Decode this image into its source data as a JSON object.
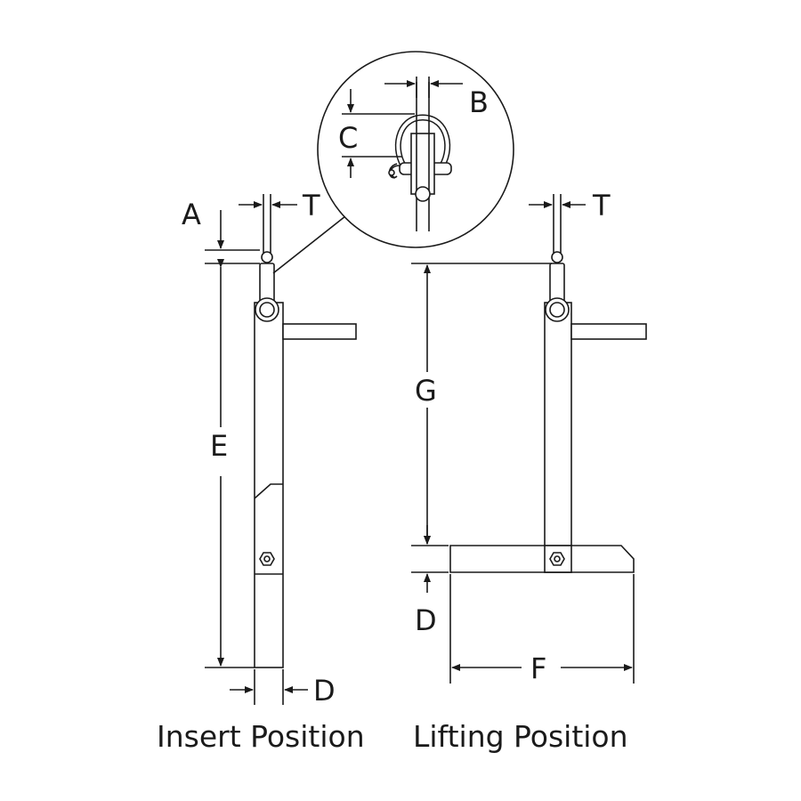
{
  "labels": {
    "A": "A",
    "B": "B",
    "C": "C",
    "D_insert": "D",
    "D_lift": "D",
    "E": "E",
    "F": "F",
    "G": "G",
    "T_insert": "T",
    "T_lift": "T"
  },
  "captions": {
    "insert": "Insert Position",
    "lift": "Lifting Position"
  }
}
